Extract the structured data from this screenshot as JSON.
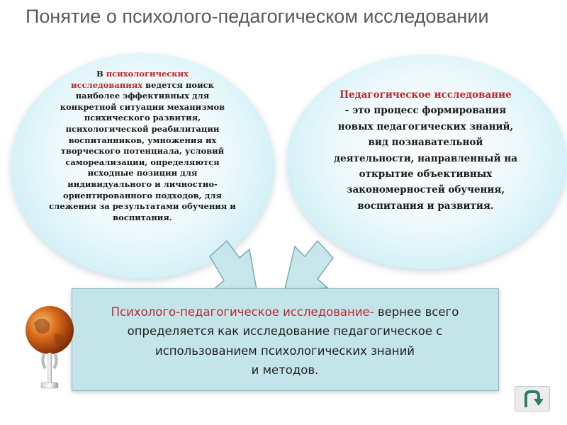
{
  "title": "Понятие о психолого-педагогическом исследовании",
  "left_bubble": {
    "lines": [
      {
        "parts": [
          {
            "text": "В "
          },
          {
            "text": "психологических",
            "accent": true
          }
        ]
      },
      {
        "parts": [
          {
            "text": "исследованиях",
            "accent": true
          },
          {
            "text": " ведется поиск"
          }
        ]
      },
      {
        "parts": [
          {
            "text": "наиболее эффективных для"
          }
        ]
      },
      {
        "parts": [
          {
            "text": "конкретной ситуации механизмов"
          }
        ]
      },
      {
        "parts": [
          {
            "text": "психического развития,"
          }
        ]
      },
      {
        "parts": [
          {
            "text": "психологической реабилитации"
          }
        ]
      },
      {
        "parts": [
          {
            "text": "воспитанников, умножения их"
          }
        ]
      },
      {
        "parts": [
          {
            "text": "творческого потенциала, условий"
          }
        ]
      },
      {
        "parts": [
          {
            "text": "самореализации, определяются"
          }
        ]
      },
      {
        "parts": [
          {
            "text": "исходные позиции для"
          }
        ]
      },
      {
        "parts": [
          {
            "text": "индивидуального и личностно-"
          }
        ]
      },
      {
        "parts": [
          {
            "text": "ориентированного подходов, для"
          }
        ]
      },
      {
        "parts": [
          {
            "text": "слежения за результатами обучения и"
          }
        ]
      },
      {
        "parts": [
          {
            "text": "воспитания."
          }
        ]
      }
    ]
  },
  "right_bubble": {
    "lines": [
      {
        "parts": [
          {
            "text": "Педагогическое исследование",
            "accent": true
          }
        ]
      },
      {
        "parts": [
          {
            "text": "- это процесс формирования"
          }
        ]
      },
      {
        "parts": [
          {
            "text": "новых педагогических знаний,"
          }
        ]
      },
      {
        "parts": [
          {
            "text": "вид познавательной"
          }
        ]
      },
      {
        "parts": [
          {
            "text": "деятельности, направленный на"
          }
        ]
      },
      {
        "parts": [
          {
            "text": "открытие объективных"
          }
        ]
      },
      {
        "parts": [
          {
            "text": "закономерностей обучения,"
          }
        ]
      },
      {
        "parts": [
          {
            "text": "воспитания и развития."
          }
        ]
      }
    ]
  },
  "bottom_box": {
    "lines": [
      {
        "parts": [
          {
            "text": "Психолого-педагогическое исследование-",
            "accent": true
          },
          {
            "text": " вернее всего"
          }
        ]
      },
      {
        "parts": [
          {
            "text": "определяется как исследование педагогическое с"
          }
        ]
      },
      {
        "parts": [
          {
            "text": "использованием психологических знаний"
          }
        ]
      },
      {
        "parts": [
          {
            "text": "и методов."
          }
        ]
      }
    ]
  },
  "icons": {
    "globe": "globe-icon",
    "back": "return-arrow-icon",
    "arrow_left": "down-right-arrow-icon",
    "arrow_right": "down-left-arrow-icon"
  },
  "colors": {
    "title": "#595959",
    "accent_red": "#c0262b",
    "box_fill": "#c3e4e9",
    "bubble_edge": "#b2e3ee",
    "arrow_fill": "#c7e6ec",
    "arrow_stroke": "#7fa9b2"
  }
}
